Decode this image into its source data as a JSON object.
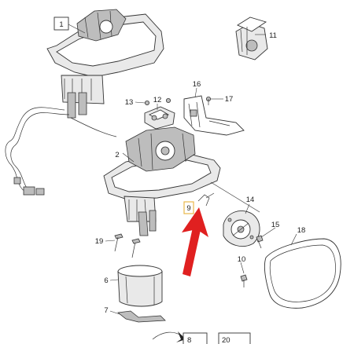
{
  "diagram": {
    "callouts": {
      "c1": "1",
      "c2": "2",
      "c6": "6",
      "c7": "7",
      "c8": "8",
      "c9": "9",
      "c10": "10",
      "c11": "11",
      "c12": "12",
      "c13": "13",
      "c14": "14",
      "c15": "15",
      "c16": "16",
      "c17": "17",
      "c18": "18",
      "c19": "19",
      "c20": "20"
    },
    "highlight_box_color": "#e8b84a",
    "arrow_color": "#e02020"
  }
}
